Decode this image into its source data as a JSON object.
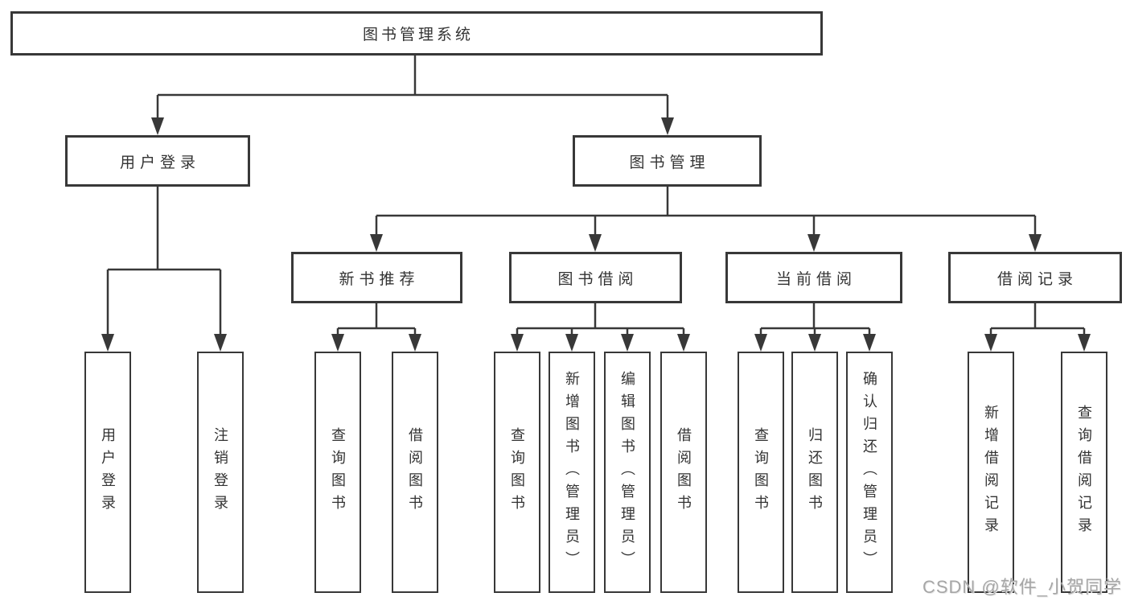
{
  "diagram": {
    "title": "图书管理系统",
    "level2": {
      "user_login": "用户登录",
      "book_management": "图书管理"
    },
    "level3": {
      "new_book_recommend": "新书推荐",
      "book_borrow": "图书借阅",
      "current_borrow": "当前借阅",
      "borrow_records": "借阅记录"
    },
    "leaves": {
      "user_login": [
        "用户登录",
        "注销登录"
      ],
      "new_book_recommend": [
        "查询图书",
        "借阅图书"
      ],
      "book_borrow": [
        "查询图书",
        "新增图书（管理员）",
        "编辑图书（管理员）",
        "借阅图书"
      ],
      "current_borrow": [
        "查询图书",
        "归还图书",
        "确认归还（管理员）"
      ],
      "borrow_records": [
        "新增借阅记录",
        "查询借阅记录"
      ]
    },
    "watermark": "CSDN @软件_小贺同学"
  },
  "colors": {
    "line": "#383838",
    "box-border": "#383838",
    "box-fill": "#ffffff",
    "text": "#333333",
    "watermark": "#a6a6a6",
    "background": "#ffffff"
  }
}
